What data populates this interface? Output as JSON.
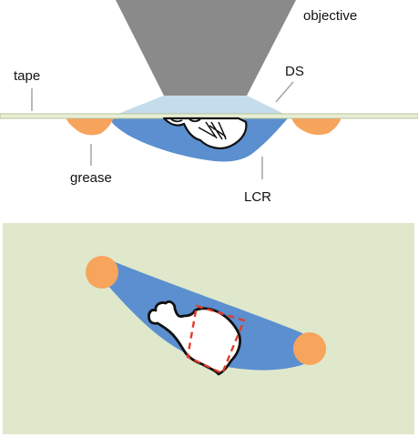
{
  "labels": {
    "objective": "objective",
    "ds": "DS",
    "tape": "tape",
    "grease": "grease",
    "lcr": "LCR"
  },
  "colors": {
    "objective": "#8a8a8a",
    "coverslip": "#c4dceb",
    "tape": "#e8efd6",
    "tape_border": "#b9c69a",
    "grease": "#f7a45c",
    "lcr": "#5b8fcf",
    "panel_bg": "#dfe8cb",
    "specimen": "#ffffff",
    "outline": "#111111",
    "dashed_box": "#e23b2a",
    "leader": "#a8a8a8"
  },
  "icons": {
    "objective": "objective-lens-icon",
    "specimen": "specimen-silhouette-icon"
  }
}
